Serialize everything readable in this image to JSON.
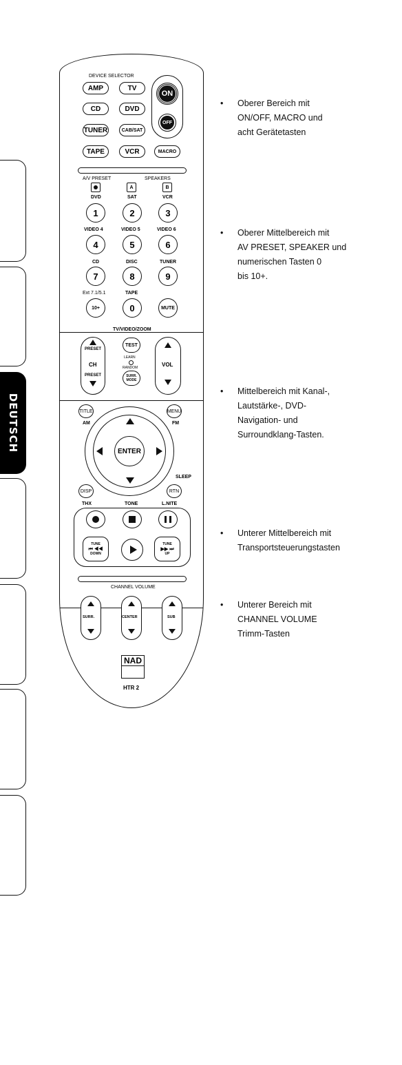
{
  "side_tabs": {
    "active_label": "DEUTSCH"
  },
  "remote": {
    "device_selector": "DEVICE SELECTOR",
    "keys": {
      "amp": "AMP",
      "tv": "TV",
      "on": "ON",
      "cd": "CD",
      "dvd": "DVD",
      "off": "OFF",
      "tuner": "TUNER",
      "cabsat": "CAB/SAT",
      "tape": "TAPE",
      "vcr": "VCR",
      "macro": "MACRO"
    },
    "av_preset": "A/V PRESET",
    "speakers": "SPEAKERS",
    "speaker_a": "A",
    "speaker_b": "B",
    "num_labels": {
      "dvd": "DVD",
      "sat": "SAT",
      "vcr": "VCR",
      "video4": "VIDEO 4",
      "video5": "VIDEO 5",
      "video6": "VIDEO 6",
      "cd": "CD",
      "disc": "DISC",
      "tuner": "TUNER",
      "ext": "Ext 7.1/5.1",
      "tape": "TAPE"
    },
    "nums": {
      "n1": "1",
      "n2": "2",
      "n3": "3",
      "n4": "4",
      "n5": "5",
      "n6": "6",
      "n7": "7",
      "n8": "8",
      "n9": "9",
      "n10": "10+",
      "n0": "0",
      "mute": "MUTE"
    },
    "tvvideozoom": "TV/VIDEO/ZOOM",
    "preset_up": "PRESET",
    "ch": "CH",
    "preset_down": "PRESET",
    "test": "TEST",
    "learn": "LEARN",
    "random": "RANDOM",
    "surr1": "SURR.",
    "surr2": "MODE",
    "vol": "VOL",
    "title": "TITLE",
    "am": "AM",
    "menu": "MENU",
    "fm": "FM",
    "enter": "ENTER",
    "sleep": "SLEEP",
    "disp": "DISP",
    "rtn": "RTN",
    "thx": "THX",
    "tone": "TONE",
    "lnite": "L.NITE",
    "tune_l": "TUNE",
    "down": "DOWN",
    "tune_r": "TUNE",
    "up": "UP",
    "channel_volume": "CHANNEL VOLUME",
    "surr": "SURR.",
    "center": "CENTER",
    "sub": "SUB",
    "brand": "NAD",
    "model": "HTR 2"
  },
  "bullets": [
    {
      "lines": [
        "Oberer Bereich mit",
        "ON/OFF, MACRO und",
        "acht Gerätetasten"
      ]
    },
    {
      "lines": [
        "Oberer Mittelbereich mit",
        "AV PRESET, SPEAKER und",
        "numerischen Tasten 0",
        "bis 10+."
      ]
    },
    {
      "lines": [
        "Mittelbereich mit Kanal-,",
        "Lautstärke-, DVD-",
        "Navigation- und",
        "Surroundklang-Tasten."
      ]
    },
    {
      "lines": [
        "Unterer Mittelbereich mit",
        "Transportsteuerungstasten"
      ]
    },
    {
      "lines": [
        "Unterer Bereich mit",
        "CHANNEL VOLUME",
        "Trimm-Tasten"
      ]
    }
  ]
}
